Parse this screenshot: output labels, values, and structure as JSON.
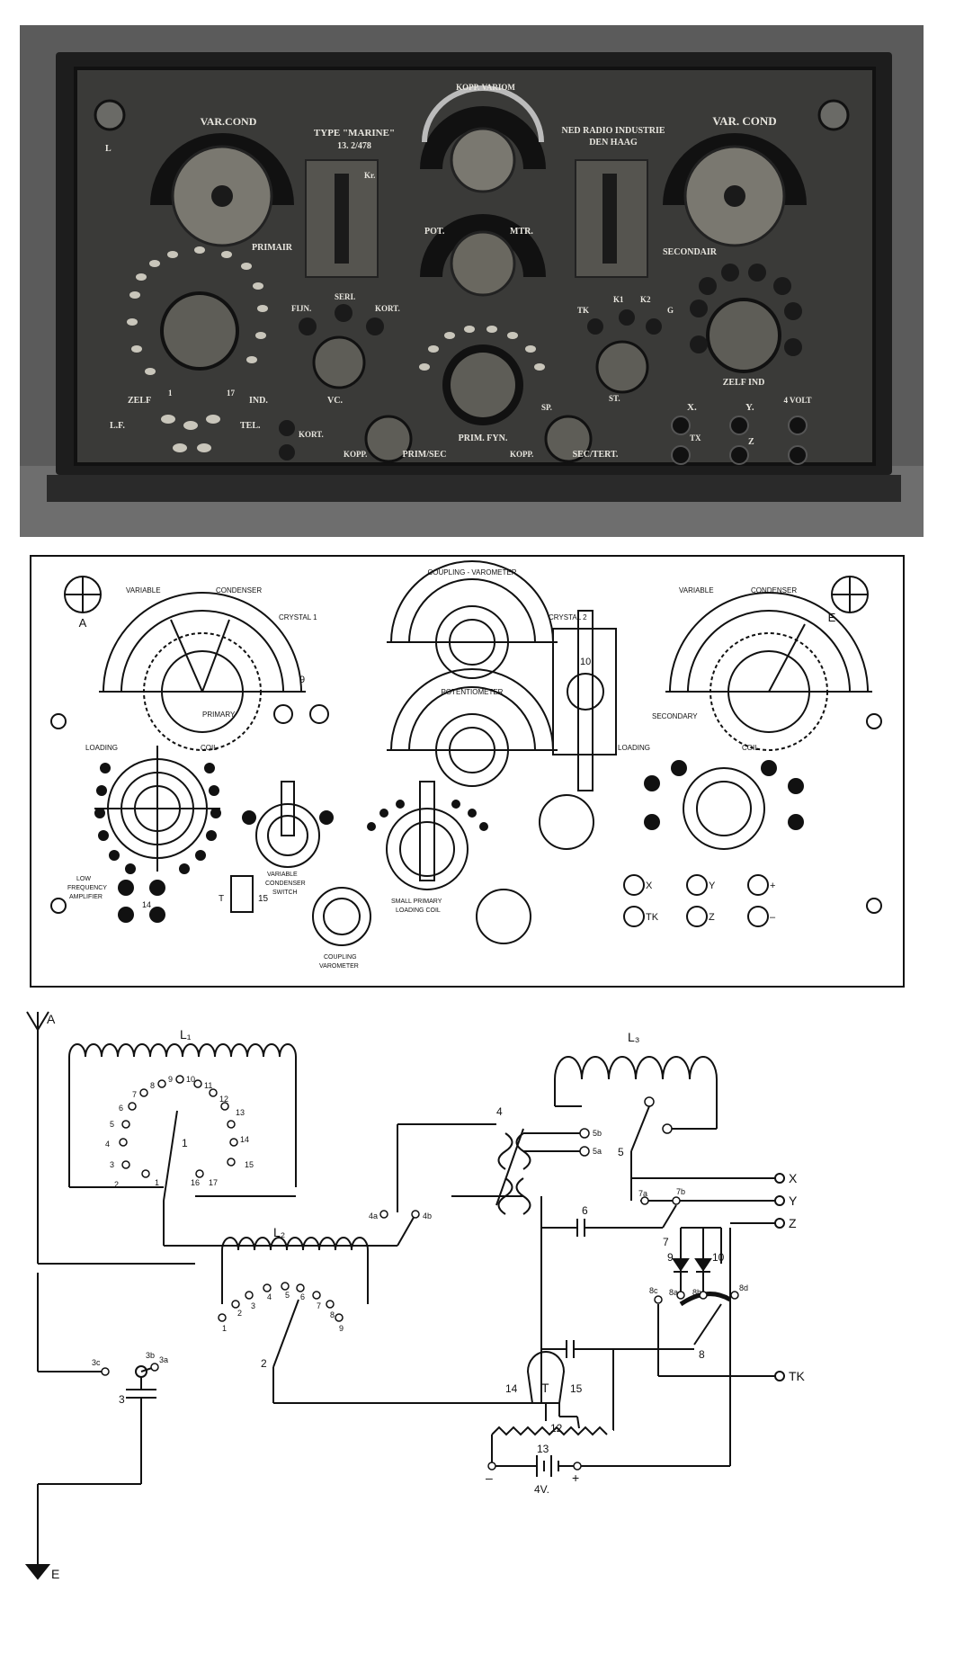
{
  "photo": {
    "top_left_cond": "VAR.COND",
    "top_right_cond": "VAR. COND",
    "type_marine": "TYPE \"MARINE\"",
    "type_number": "13. 2/478",
    "koppvariom": "KOPP. VARIOM",
    "maker_line1": "NED RADIO INDUSTRIE",
    "maker_line2": "DEN HAAG",
    "kr": "Kr.",
    "pot": "POT.",
    "mtr": "MTR.",
    "primair": "PRIMAIR",
    "secondair": "SECONDAIR",
    "fijn": "FIJN.",
    "seri": "SERI.",
    "kort": "KORT.",
    "vc": "VC.",
    "zelf": "ZELF",
    "ind": "IND.",
    "n1": "1",
    "n17": "17",
    "lf": "L.F.",
    "tel": "TEL.",
    "kort2": "KORT.",
    "kopp": "KOPP.",
    "prim_sec": "PRIM/SEC",
    "prim_fyn": "PRIM. FYN.",
    "kopp2": "KOPP.",
    "sec_tert": "SEC/TERT.",
    "sp": "SP.",
    "st": "ST.",
    "tk": "TK",
    "k1": "K1",
    "k2": "K2",
    "g": "G",
    "zelf_ind": "ZELF IND",
    "x": "X.",
    "y": "Y.",
    "avect": "4 VOLT",
    "tx": "TX",
    "z": "Z",
    "l": "L"
  },
  "drawing": {
    "a": "A",
    "e": "E",
    "var_l": "VARIABLE",
    "cond_l": "CONDENSER",
    "var_r": "VARIABLE",
    "cond_r": "CONDENSER",
    "crystal1": "CRYSTAL 1",
    "crystal2": "CRYSTAL 2",
    "coupling_varometer": "COUPLING - VAROMETER",
    "potentiometer": "POTENTIOMETER",
    "primary": "PRIMARY",
    "secondary": "SECONDARY",
    "loading_l": "LOADING",
    "coil_l": "COIL",
    "loading_r": "LOADING",
    "coil_r": "COIL",
    "n9": "9",
    "n10": "10",
    "n14": "14",
    "n15": "15",
    "t": "T",
    "lfa1": "LOW",
    "lfa2": "FREQUENCY",
    "lfa3": "AMPLIFIER",
    "vcs1": "VARIABLE",
    "vcs2": "CONDENSER",
    "vcs3": "SWITCH",
    "cv1": "COUPLING",
    "cv2": "VAROMETER",
    "spl1": "SMALL PRIMARY",
    "spl2": "LOADING COIL",
    "x": "X",
    "y": "Y",
    "plus": "+",
    "tk": "TK",
    "z": "Z",
    "minus": "–"
  },
  "schematic": {
    "A": "A",
    "E": "E",
    "L1": "L₁",
    "L2": "L₂",
    "L3": "L₃",
    "X": "X",
    "Y": "Y",
    "Z": "Z",
    "TK": "TK",
    "n1": "1",
    "n2": "2",
    "n3": "3",
    "n4": "4",
    "n5": "5",
    "n6": "6",
    "n7": "7",
    "n8": "8",
    "n9": "9",
    "n10": "10",
    "n12": "12",
    "n13": "13",
    "n14": "14",
    "n15": "15",
    "T": "T",
    "v4": "4V.",
    "minus": "–",
    "plus": "+",
    "t3a": "3a",
    "t3b": "3b",
    "t3c": "3c",
    "t4a": "4a",
    "t4b": "4b",
    "t5a": "5a",
    "t5b": "5b",
    "t7a": "7a",
    "t7b": "7b",
    "t8a": "8a",
    "t8b": "8b",
    "t8c": "8c",
    "t8d": "8d",
    "l1_taps": [
      "1",
      "2",
      "3",
      "4",
      "5",
      "6",
      "7",
      "8",
      "9",
      "10",
      "11",
      "12",
      "13",
      "14",
      "15",
      "16",
      "17"
    ],
    "l2_taps": [
      "1",
      "2",
      "3",
      "4",
      "5",
      "6",
      "7",
      "8",
      "9"
    ]
  }
}
